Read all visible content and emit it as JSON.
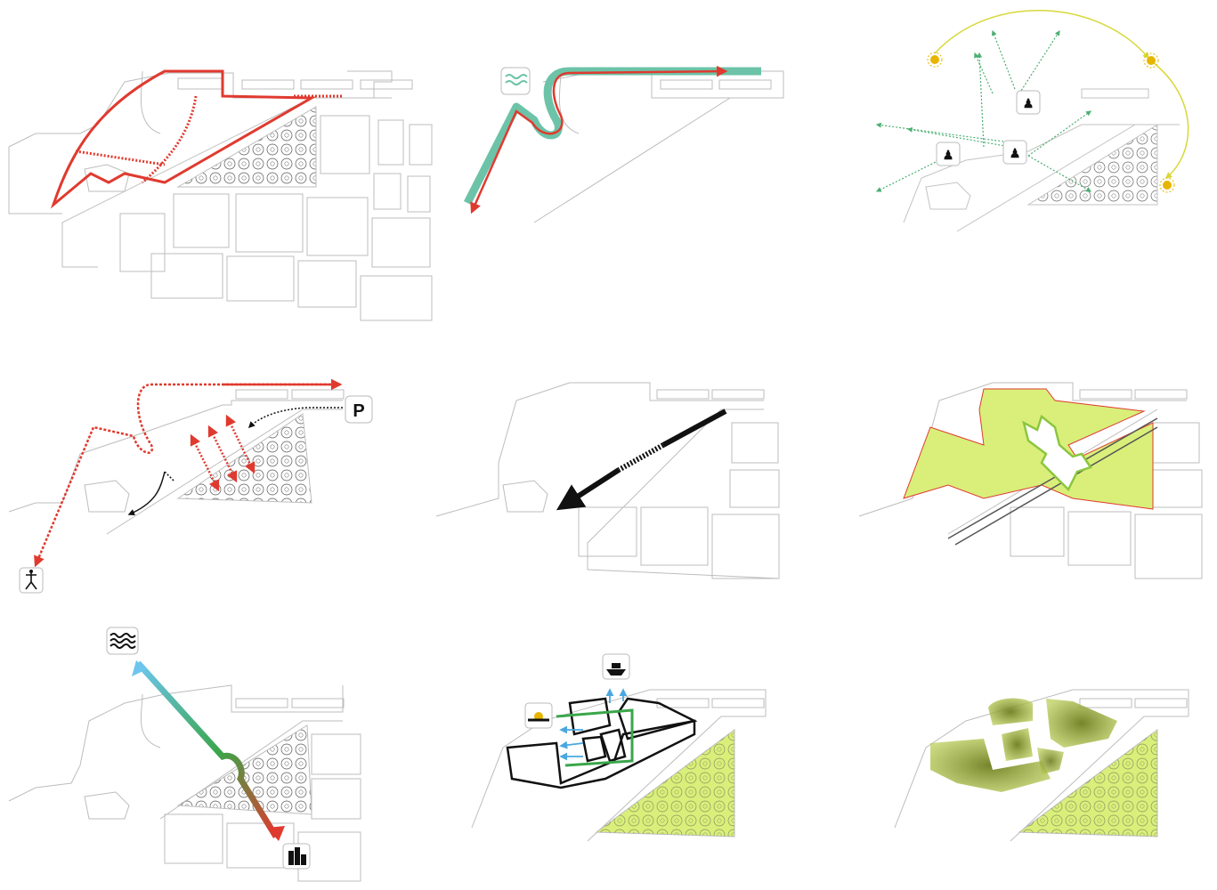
{
  "colors": {
    "site_outline": "#bdbdbd",
    "boundary_red": "#e03a2f",
    "waterfront_teal": "#6cc3a8",
    "view_green": "#4caf73",
    "sun_yellow": "#d8d83a",
    "park_fill": "#d9ef7a",
    "access_black": "#111111",
    "water_blue": "#6ec6ef",
    "building_dark": "#8a9a3c"
  },
  "panels": [
    {
      "id": "site-boundary",
      "icons": []
    },
    {
      "id": "waterfront-promenade",
      "icons": [
        "water-icon"
      ]
    },
    {
      "id": "views-and-sun",
      "icons": [
        "sun-icon",
        "people-icon"
      ]
    },
    {
      "id": "circulation",
      "icons": [
        "parking-icon",
        "pedestrian-icon"
      ],
      "parking_label": "P"
    },
    {
      "id": "main-axis",
      "icons": []
    },
    {
      "id": "park-bridge",
      "icons": []
    },
    {
      "id": "water-city-link",
      "icons": [
        "water-icon",
        "city-icon"
      ]
    },
    {
      "id": "program-layout",
      "icons": [
        "ship-icon",
        "sunset-icon"
      ]
    },
    {
      "id": "building-massing",
      "icons": []
    }
  ]
}
